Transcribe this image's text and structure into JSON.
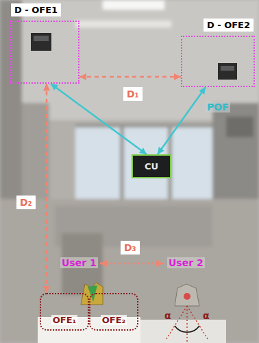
{
  "diagram": {
    "nodes": [
      {
        "text": [
          "D - OFE1"
        ]
      },
      {
        "text": [
          "D - OFE2"
        ]
      },
      {
        "text": [
          "CU"
        ]
      },
      {
        "text": [
          "OFE₁"
        ]
      },
      {
        "text": [
          "OFE₂"
        ]
      }
    ],
    "edges": [
      {
        "from": 0,
        "to": 1,
        "label": "D₁",
        "arrow": "both"
      },
      {
        "from": 0,
        "to": 2,
        "arrow": "both"
      },
      {
        "from": 1,
        "to": 2,
        "label": "POF",
        "arrow": "both"
      },
      {
        "from": 0,
        "to": 3,
        "label": "D₂",
        "arrow": "both"
      }
    ],
    "labels": [
      "User 1",
      "User 2",
      "D₃",
      "α",
      "α"
    ]
  }
}
